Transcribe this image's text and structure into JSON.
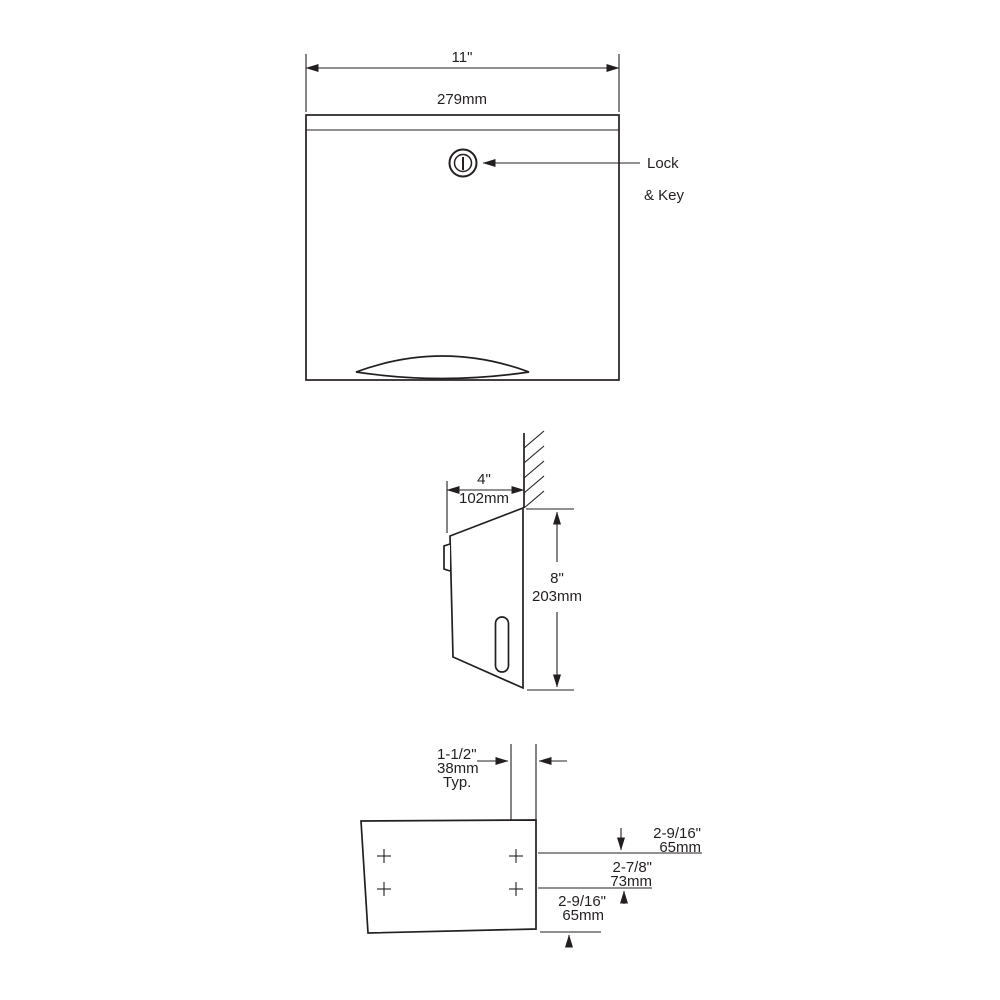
{
  "drawing": {
    "title": "paper-towel-dispenser-dimension-drawing"
  },
  "front_view": {
    "width_in": "11\"",
    "width_mm": "279mm",
    "lock_label_line1": "Lock",
    "lock_label_line2": "& Key"
  },
  "side_view": {
    "depth_in": "4\"",
    "depth_mm": "102mm",
    "height_in": "8\"",
    "height_mm": "203mm"
  },
  "bottom_view": {
    "hole_spacing_in": "1-1/2\"",
    "hole_spacing_mm": "38mm",
    "typ_label": "Typ.",
    "dim_top_in": "2-9/16\"",
    "dim_top_mm": "65mm",
    "dim_mid_in": "2-7/8\"",
    "dim_mid_mm": "73mm",
    "dim_bottom_in": "2-9/16\"",
    "dim_bottom_mm": "65mm"
  },
  "colors": {
    "line": "#231f20",
    "background": "#ffffff"
  }
}
